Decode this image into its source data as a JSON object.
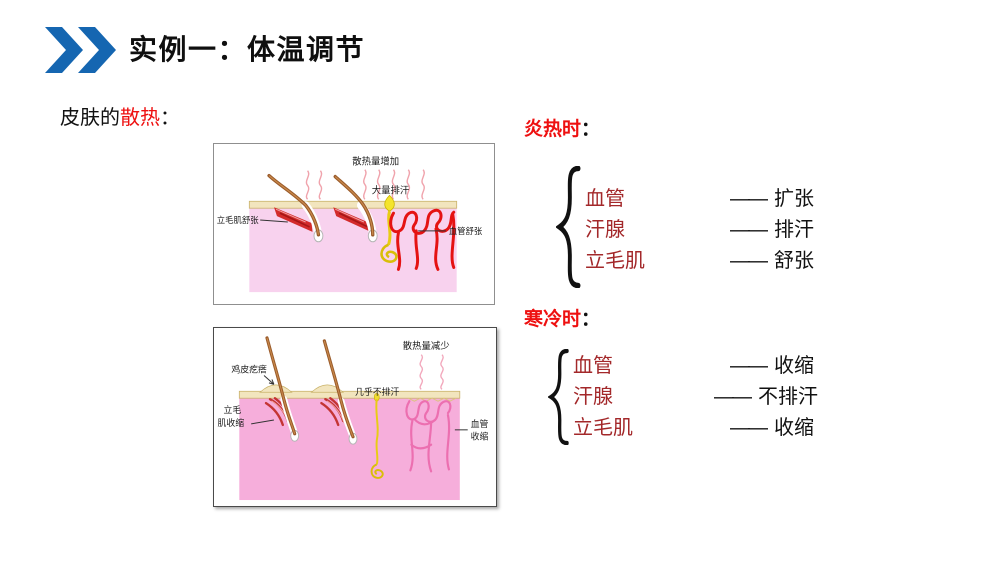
{
  "slide": {
    "title": "实例一：体温调节",
    "subtitle": {
      "prefix": "皮肤的",
      "highlight": "散热",
      "suffix": "："
    }
  },
  "hot": {
    "heading": "炎热时",
    "colon": "：",
    "items": [
      {
        "organ": "血管",
        "connector": "——",
        "response": "扩张"
      },
      {
        "organ": "汗腺",
        "connector": "——",
        "response": "排汗"
      },
      {
        "organ": "立毛肌",
        "connector": "——",
        "response": "舒张"
      }
    ]
  },
  "cold": {
    "heading": "寒冷时",
    "colon": "：",
    "items": [
      {
        "organ": "血管",
        "connector": "——",
        "response": "收缩"
      },
      {
        "organ": "汗腺",
        "connector": "——",
        "response": "不排汗"
      },
      {
        "organ": "立毛肌",
        "connector": "——",
        "response": "收缩"
      }
    ]
  },
  "hot_diagram": {
    "label_top": "散热量增加",
    "label_sweat": "大量排汗",
    "label_muscle": "立毛肌舒张",
    "label_vessel": "血管舒张"
  },
  "cold_diagram": {
    "label_top": "散热量减少",
    "label_goosebumps": "鸡皮疙瘩",
    "label_sweat": "几乎不排汗",
    "label_muscle_1": "立毛",
    "label_muscle_2": "肌收缩",
    "label_vessel_1": "血管",
    "label_vessel_2": "收缩"
  },
  "colors": {
    "accent_blue": "#1566B1",
    "heading_red": "#EE1010",
    "organ_maroon": "#A3282A",
    "dermis_pink_hot": "#F8D2EE",
    "dermis_pink_cold": "#F6AEDB",
    "vessel_red": "#E51313",
    "vessel_pink": "#EC6FB0",
    "sweat_yellow": "#E8CC14",
    "text_black": "#1A1A1A"
  }
}
